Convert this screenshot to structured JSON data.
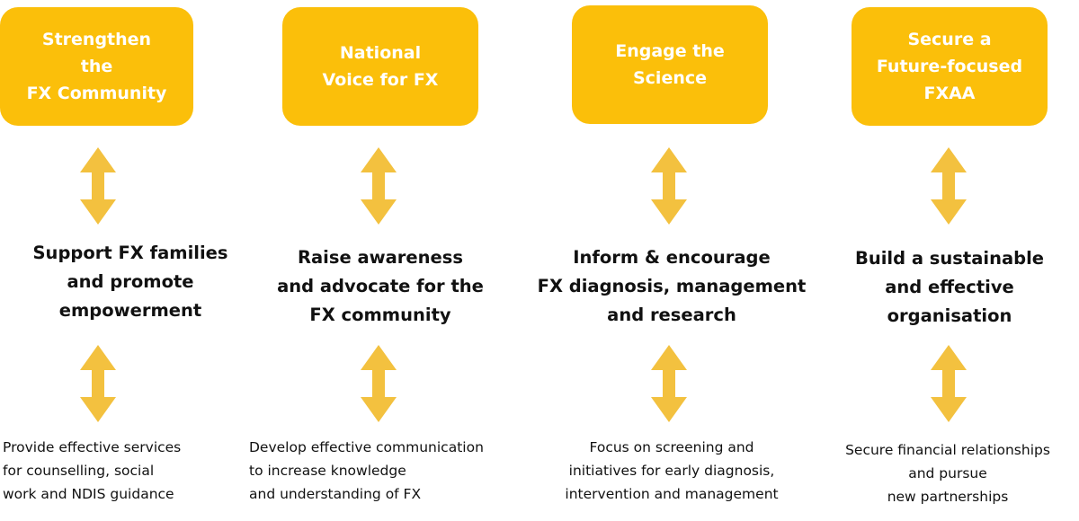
{
  "accent_color": "#FBBF0A",
  "arrow_color": "#F3C13F",
  "columns": [
    {
      "heading": "Strengthen\nthe\nFX Community",
      "goal": "Support FX families\nand promote\nempowerment",
      "action": "Provide effective services\n  for  counselling, social\n    work and NDIS guidance"
    },
    {
      "heading": "National\nVoice for FX",
      "goal": "Raise awareness\nand  advocate for the\nFX community",
      "action": "Develop effective communication\n     to increase knowledge\n  and understanding of FX"
    },
    {
      "heading": "Engage the\nScience",
      "goal": "Inform & encourage\nFX diagnosis, management\nand research",
      "action": "Focus on screening and\ninitiatives for early diagnosis,\nintervention  and management"
    },
    {
      "heading": "Secure a\nFuture-focused\nFXAA",
      "goal": "Build a sustainable\nand effective\norganisation",
      "action": "Secure financial relationships\nand pursue\nnew partnerships"
    }
  ]
}
